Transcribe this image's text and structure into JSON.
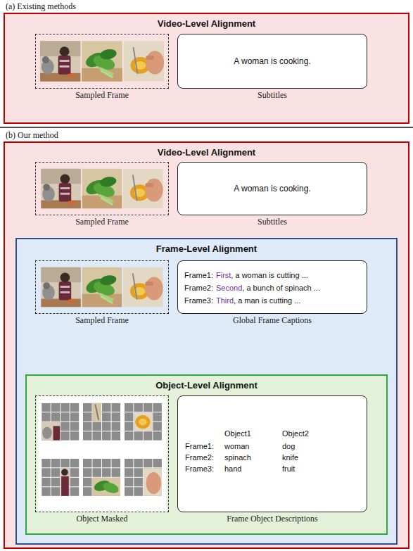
{
  "diagram": {
    "nodes": [
      {
        "text": [
          "Video-Level Alignment"
        ]
      },
      {
        "text": [
          "Sampled Frame"
        ],
        "in": 0
      },
      {
        "text": [
          "A woman is cooking.",
          "Subtitles"
        ],
        "in": 0
      },
      {
        "text": [
          "Video-Level Alignment"
        ]
      },
      {
        "text": [
          "Sampled Frame"
        ],
        "in": 3
      },
      {
        "text": [
          "A woman is cooking.",
          "Subtitles"
        ],
        "in": 3
      },
      {
        "text": [
          "Frame-Level Alignment"
        ],
        "in": 3
      },
      {
        "text": [
          "Sampled Frame"
        ],
        "in": 6
      },
      {
        "text": [
          "Frame1:",
          "First",
          ", a woman is cutting ...",
          "Frame2:",
          "Second",
          ", a bunch of spinach ...",
          "Frame3:",
          "Third",
          ", a man is cutting ...",
          "Global Frame Captions"
        ],
        "in": 6
      },
      {
        "text": [
          "Object-Level Alignment"
        ],
        "in": 6
      },
      {
        "text": [
          "Object Masked"
        ],
        "in": 9
      },
      {
        "text": [
          "Object1",
          "Object2",
          "Frame1:",
          "woman",
          "dog",
          "Frame2:",
          "spinach",
          "knife",
          "Frame3:",
          "hand",
          "fruit",
          "Frame Object Descriptions"
        ],
        "in": 9
      }
    ],
    "labels": [
      "(a) Existing methods",
      "(b) Our method"
    ]
  }
}
